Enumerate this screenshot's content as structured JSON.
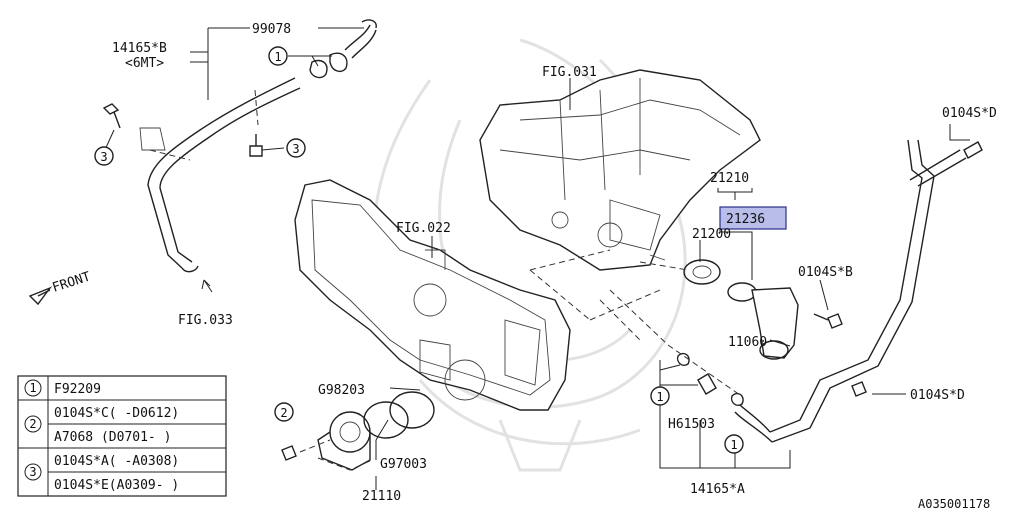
{
  "labels": {
    "p99078": "99078",
    "p14165b": "14165*B",
    "p14165b_sub": "<6MT>",
    "fig031": "FIG.031",
    "fig022": "FIG.022",
    "fig033": "FIG.033",
    "front": "FRONT",
    "p21210": "21210",
    "p21236": "21236",
    "p21200": "21200",
    "p0104sd_top": "0104S*D",
    "p0104sb": "0104S*B",
    "p11060": "11060",
    "g98203": "G98203",
    "g97003": "G97003",
    "p21110": "21110",
    "h61503": "H61503",
    "p14165a": "14165*A",
    "p0104sd_bottom": "0104S*D",
    "diagram_id": "A035001178"
  },
  "callouts": {
    "c1": "1",
    "c2": "2",
    "c3": "3"
  },
  "legend": {
    "rows": [
      {
        "ref": "1",
        "lines": [
          "F92209"
        ]
      },
      {
        "ref": "2",
        "lines": [
          "0104S*C( -D0612)",
          "A7068  (D0701- )"
        ]
      },
      {
        "ref": "3",
        "lines": [
          "0104S*A( -A0308)",
          "0104S*E(A0309- )"
        ]
      }
    ]
  },
  "highlight_color": "#b8bdea"
}
